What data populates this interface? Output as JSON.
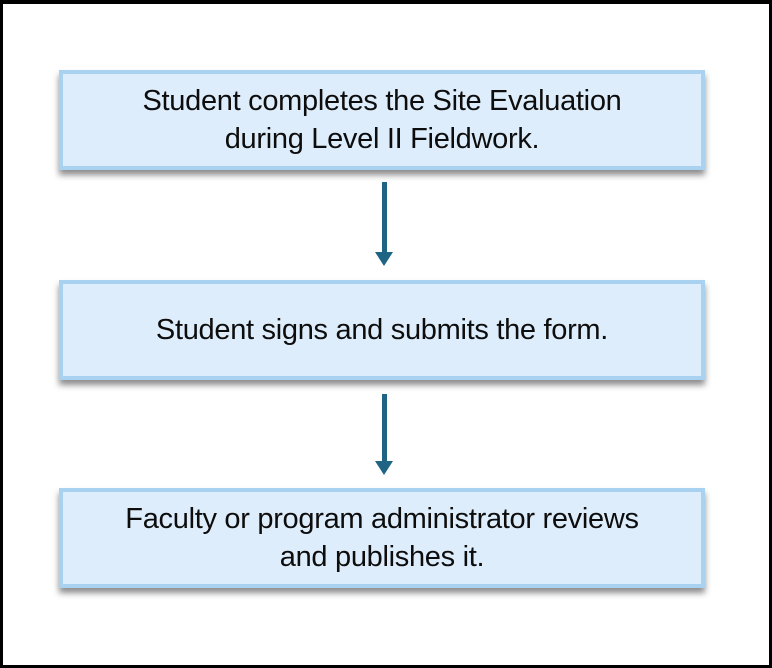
{
  "diagram": {
    "type": "flowchart",
    "direction": "top-down",
    "background_color": "#FFFFFF",
    "frame_border_color": "#000000",
    "colors": {
      "node_fill": "#DEEDFB",
      "node_border": "#A9D2F1",
      "node_shadow": "rgba(0,0,0,0.45)",
      "arrow": "#1F6485",
      "text": "#0D0D0D"
    },
    "steps": [
      {
        "id": 1,
        "label": "Student completes the Site Evaluation during Level II Fieldwork.",
        "lines": [
          "Student completes the Site Evaluation",
          "during Level II Fieldwork."
        ]
      },
      {
        "id": 2,
        "label": "Student signs and submits the form.",
        "lines": [
          "Student signs and submits the form."
        ]
      },
      {
        "id": 3,
        "label": "Faculty or program administrator reviews and publishes it.",
        "lines": [
          "Faculty or program administrator reviews",
          "and publishes it."
        ]
      }
    ],
    "connectors": [
      {
        "from": 1,
        "to": 2,
        "shape": "arrow-down"
      },
      {
        "from": 2,
        "to": 3,
        "shape": "arrow-down"
      }
    ]
  }
}
